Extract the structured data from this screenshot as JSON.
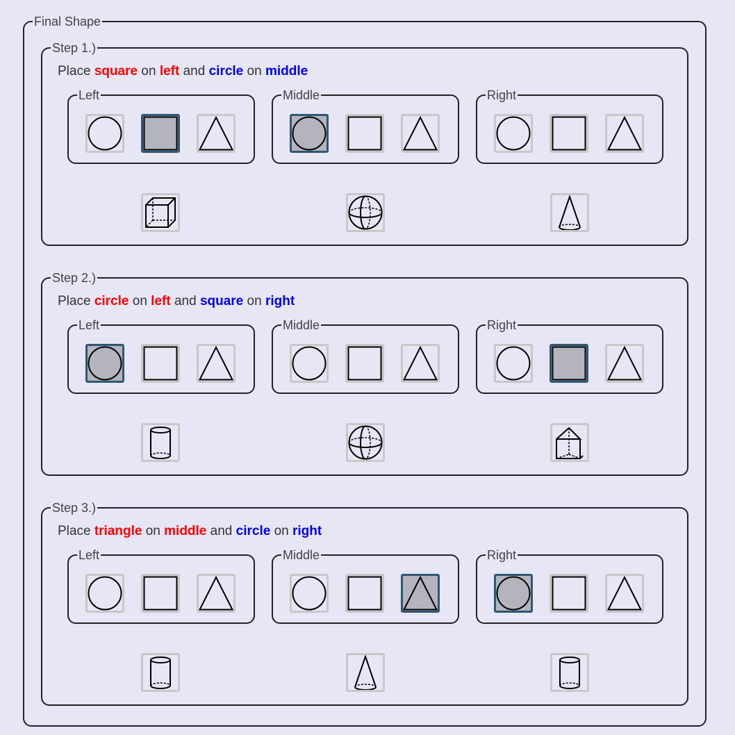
{
  "title": "Final Shape",
  "steps": [
    {
      "legend": "Step 1.)",
      "instruction": {
        "place": "Place",
        "shape1": "square",
        "on1": "on",
        "pos1": "left",
        "and": "and",
        "shape2": "circle",
        "on2": "on",
        "pos2": "middle"
      },
      "positions": {
        "left": {
          "legend": "Left",
          "selected": "square"
        },
        "middle": {
          "legend": "Middle",
          "selected": "circle"
        },
        "right": {
          "legend": "Right",
          "selected": null
        }
      },
      "results": [
        "cube-icon",
        "sphere-icon",
        "cone-icon"
      ]
    },
    {
      "legend": "Step 2.)",
      "instruction": {
        "place": "Place",
        "shape1": "circle",
        "on1": "on",
        "pos1": "left",
        "and": "and",
        "shape2": "square",
        "on2": "on",
        "pos2": "right"
      },
      "positions": {
        "left": {
          "legend": "Left",
          "selected": "circle"
        },
        "middle": {
          "legend": "Middle",
          "selected": null
        },
        "right": {
          "legend": "Right",
          "selected": "square"
        }
      },
      "results": [
        "cylinder-icon",
        "sphere-icon",
        "triangular-prism-icon"
      ]
    },
    {
      "legend": "Step 3.)",
      "instruction": {
        "place": "Place",
        "shape1": "triangle",
        "on1": "on",
        "pos1": "middle",
        "and": "and",
        "shape2": "circle",
        "on2": "on",
        "pos2": "right"
      },
      "positions": {
        "left": {
          "legend": "Left",
          "selected": null
        },
        "middle": {
          "legend": "Middle",
          "selected": "triangle"
        },
        "right": {
          "legend": "Right",
          "selected": "circle"
        }
      },
      "results": [
        "cylinder-icon",
        "cone-icon",
        "cylinder-icon"
      ]
    }
  ],
  "shape_options": [
    "circle",
    "square",
    "triangle"
  ],
  "colors": {
    "background": "#e6e6f5",
    "selected_fill": "#b4b4be",
    "selected_border": "#2e5873",
    "slot_border": "#c8c8c8",
    "highlight_red": "#ff0000",
    "highlight_blue": "#0000ee"
  }
}
